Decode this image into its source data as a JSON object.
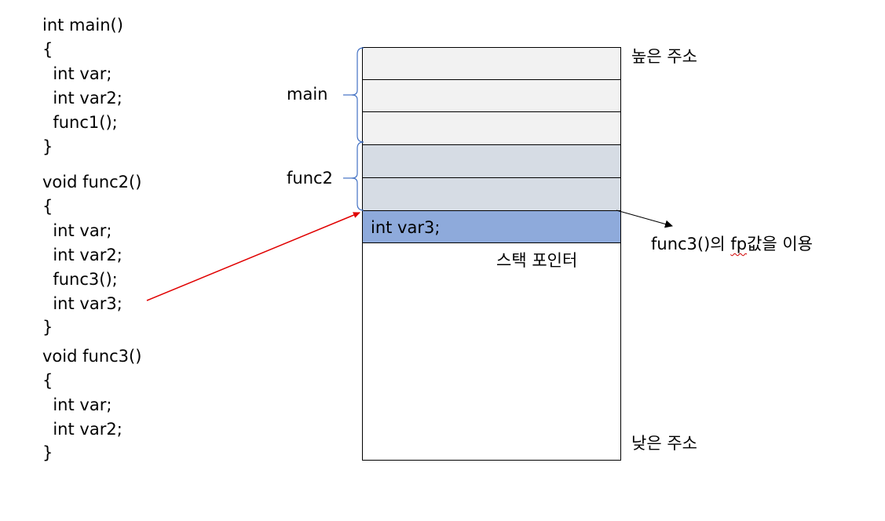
{
  "code": {
    "main": [
      "int main()",
      "{",
      "  int var;",
      "  int var2;",
      "  func1();",
      "}"
    ],
    "func2": [
      "void func2()",
      "{",
      "  int var;",
      "  int var2;",
      "  func3();",
      "  int var3;",
      "}"
    ],
    "func3": [
      "void func3()",
      "{",
      "  int var;",
      "  int var2;",
      "}"
    ]
  },
  "stack": {
    "high_address": "높은 주소",
    "low_address": "낮은 주소",
    "brace_main_label": "main",
    "brace_func2_label": "func2",
    "highlight_cell_text": "int var3;",
    "stack_pointer_label": "스택 포인터",
    "annotation": {
      "prefix": "func3()의 ",
      "underlined": "fp",
      "suffix": "값을 이용"
    }
  },
  "colors": {
    "main_frame": "#f2f2f2",
    "func2_frame": "#d6dce4",
    "highlight": "#8eaadb",
    "brace": "#4472c4",
    "arrow": "#e00000"
  }
}
